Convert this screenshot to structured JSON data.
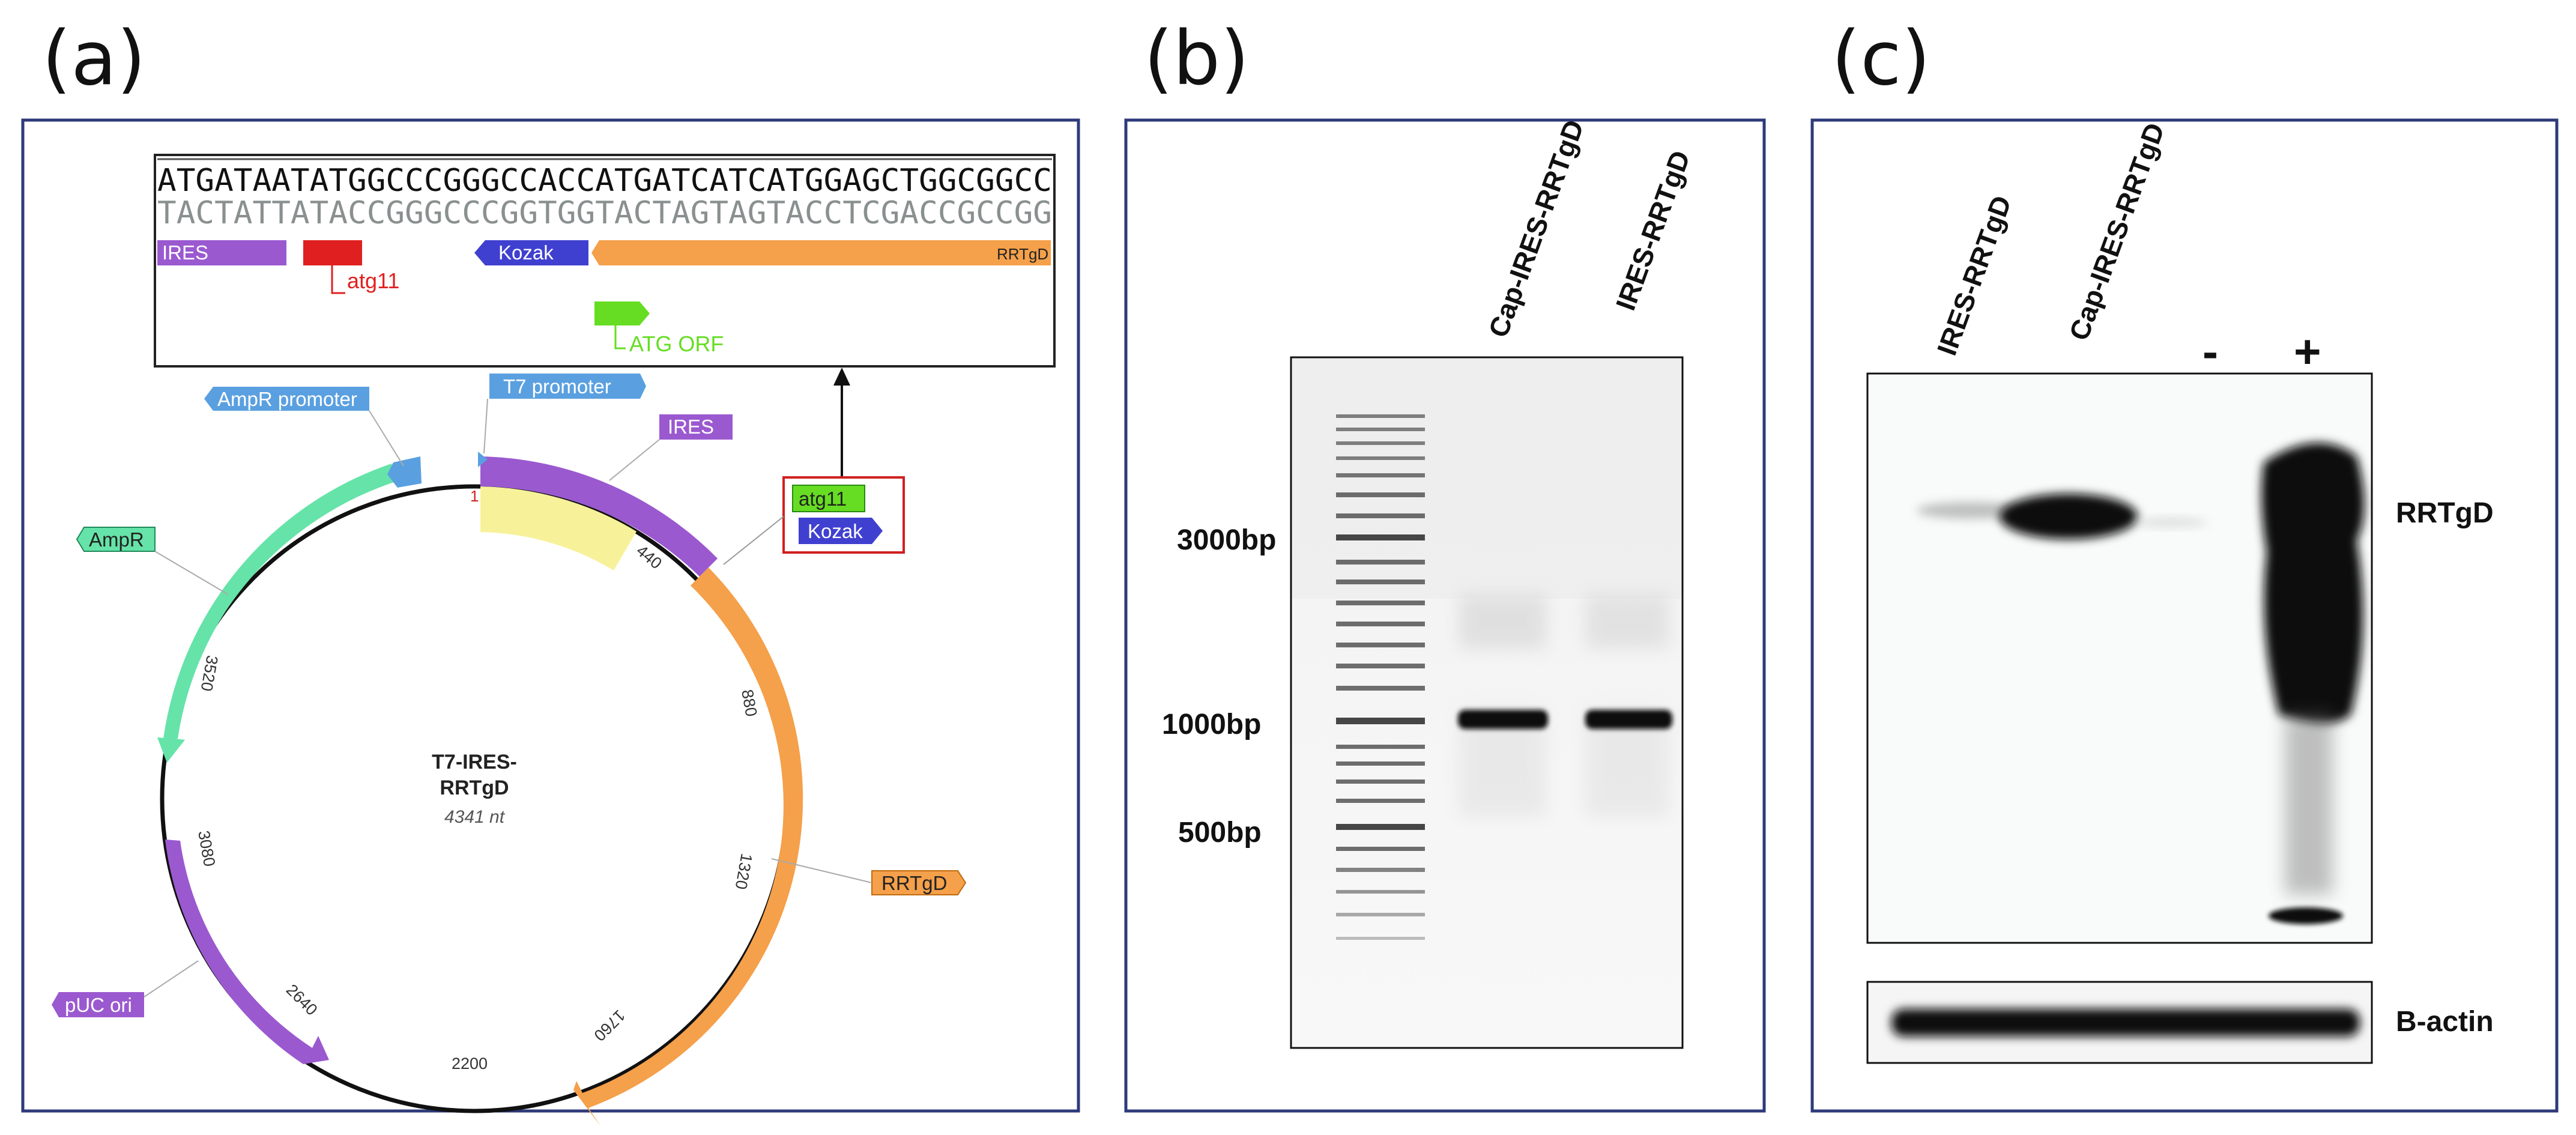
{
  "panels": {
    "a": "(a)",
    "b": "(b)",
    "c": "(c)"
  },
  "sequence": {
    "top": "ATGATAATATGGCCCGGGCCACCATGATCATCATGGAGCTGGCGGCC",
    "bottom": "TACTATTATACCGGGCCCGGTGGTACTAGTAGTACCTCGACCGCCGG",
    "features": {
      "ires": "IRES",
      "atg11": "atg11",
      "kozak": "Kozak",
      "rrtgd": "RRTgD",
      "atg_orf": "ATG ORF"
    }
  },
  "plasmid": {
    "name_line1": "T7-IRES-",
    "name_line2": "RRTgD",
    "length": "4341 nt",
    "labels": {
      "ampr_promoter": "AmpR promoter",
      "t7_promoter": "T7 promoter",
      "ires": "IRES",
      "ampr": "AmpR",
      "rrtgd": "RRTgD",
      "puc_ori": "pUC ori",
      "atg11": "atg11",
      "kozak": "Kozak"
    },
    "ticks": [
      "440",
      "880",
      "1320",
      "1760",
      "2200",
      "2640",
      "3080",
      "3520"
    ],
    "start_mark": "1"
  },
  "gel": {
    "lanes": [
      "Cap-IRES-RRTgD",
      "IRES-RRTgD"
    ],
    "markers": [
      "3000bp",
      "1000bp",
      "500bp"
    ]
  },
  "western": {
    "lanes": [
      "IRES-RRTgD",
      "Cap-IRES-RRTgD",
      "-",
      "+"
    ],
    "targets": [
      "RRTgD",
      "B-actin"
    ]
  },
  "colors": {
    "frame": "#2e3a7a",
    "ires": "#9b59d0",
    "ampr": "#66e3a8",
    "rrtgd": "#f5a04a",
    "puc_ori": "#9b59d0",
    "kozak": "#4040d0",
    "atg11": "#e02020",
    "atg_orf": "#66dd22",
    "promoter": "#5aa0e0",
    "yellow": "#f7f29a"
  }
}
